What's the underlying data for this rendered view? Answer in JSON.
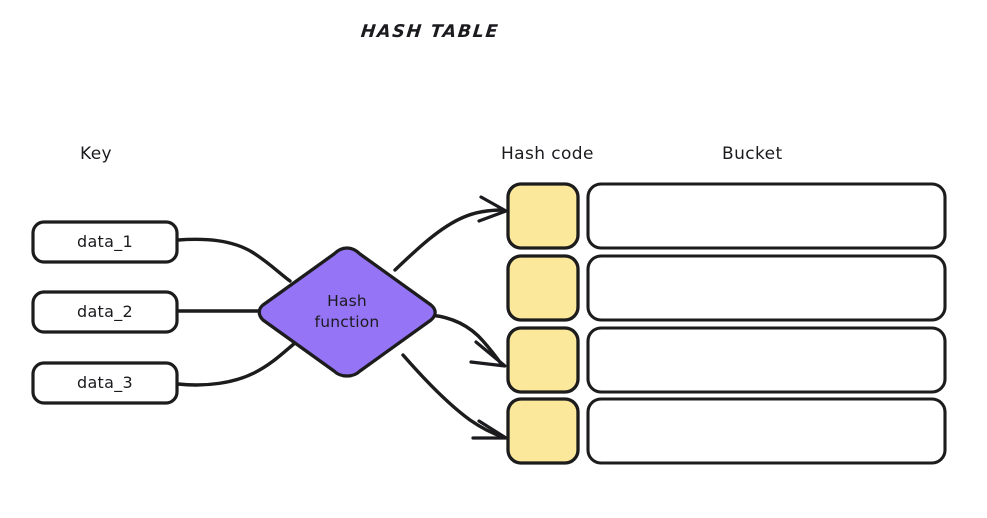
{
  "diagram": {
    "title": "HASH TABLE",
    "background_color": "#ffffff",
    "stroke_color": "#1b1b1f",
    "headers": {
      "key": "Key",
      "hash_code": "Hash code",
      "bucket": "Bucket"
    },
    "keys": [
      {
        "label": "data_1"
      },
      {
        "label": "data_2"
      },
      {
        "label": "data_3"
      }
    ],
    "hash_function": {
      "line1": "Hash",
      "line2": "function",
      "fill_color": "#9575f5",
      "shape": "diamond"
    },
    "hash_codes": [
      {
        "label": "",
        "fill_color": "#fce89b",
        "has_incoming_arrow": true
      },
      {
        "label": "",
        "fill_color": "#fce89b",
        "has_incoming_arrow": false
      },
      {
        "label": "",
        "fill_color": "#fce89b",
        "has_incoming_arrow": true
      },
      {
        "label": "",
        "fill_color": "#fce89b",
        "has_incoming_arrow": true
      }
    ],
    "buckets": [
      {
        "label": "",
        "fill_color": "#ffffff"
      },
      {
        "label": "",
        "fill_color": "#ffffff"
      },
      {
        "label": "",
        "fill_color": "#ffffff"
      },
      {
        "label": "",
        "fill_color": "#ffffff"
      }
    ]
  }
}
